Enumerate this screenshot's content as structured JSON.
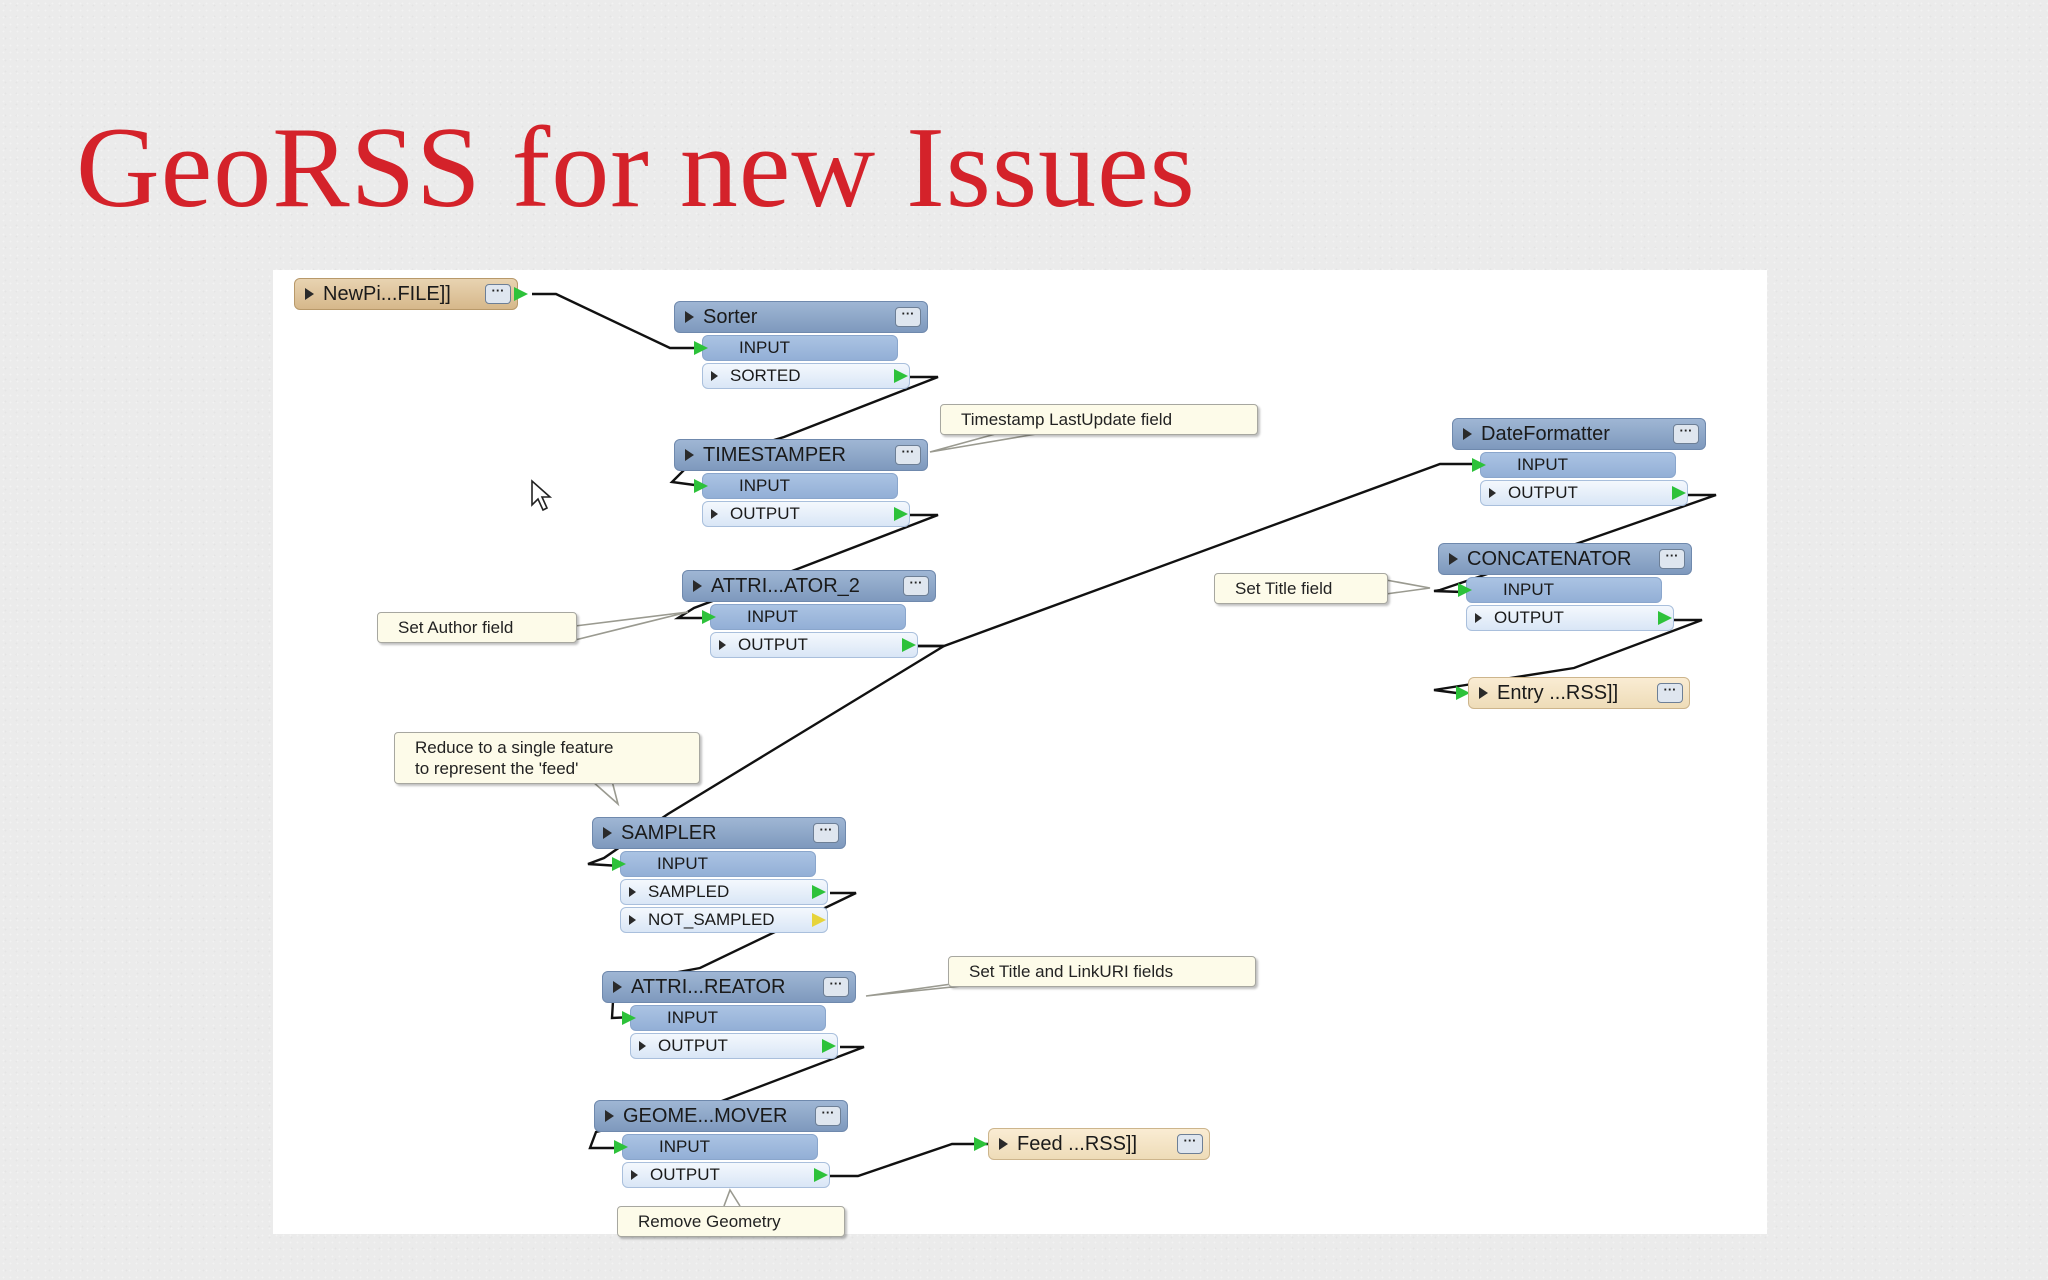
{
  "slide": {
    "title": "GeoRSS for new Issues"
  },
  "nodes": {
    "reader": {
      "label": "NewPi...FILE]]"
    },
    "sorter": {
      "label": "Sorter",
      "input": "INPUT",
      "output": "SORTED"
    },
    "timestamper": {
      "label": "TIMESTAMPER",
      "input": "INPUT",
      "output": "OUTPUT"
    },
    "attr2": {
      "label": "ATTRI...ATOR_2",
      "input": "INPUT",
      "output": "OUTPUT"
    },
    "sampler": {
      "label": "SAMPLER",
      "input": "INPUT",
      "output": "SAMPLED",
      "output2": "NOT_SAMPLED"
    },
    "attrcreator": {
      "label": "ATTRI...REATOR",
      "input": "INPUT",
      "output": "OUTPUT"
    },
    "geomremover": {
      "label": "GEOME...MOVER",
      "input": "INPUT",
      "output": "OUTPUT"
    },
    "dateformatter": {
      "label": "DateFormatter",
      "input": "INPUT",
      "output": "OUTPUT"
    },
    "concatenator": {
      "label": "CONCATENATOR",
      "input": "INPUT",
      "output": "OUTPUT"
    },
    "entry_writer": {
      "label": "Entry ...RSS]]"
    },
    "feed_writer": {
      "label": "Feed ...RSS]]"
    }
  },
  "annotations": {
    "timestamp": "Timestamp LastUpdate field",
    "author": "Set Author field",
    "sampler_line1": "Reduce to a single feature",
    "sampler_line2": "to represent the 'feed'",
    "title_link": "Set Title and LinkURI fields",
    "title": "Set Title field",
    "geometry": "Remove Geometry"
  },
  "menu_glyph": "···",
  "colors": {
    "title": "#d4222a",
    "transformer_header": "#8ca5c8",
    "reader_header": "#dcc198",
    "writer_header": "#f3e3c4",
    "port_arrow": "#2dc23a",
    "unconnected_port_arrow": "#e7d43b",
    "annotation_bg": "#fdfbe9"
  }
}
